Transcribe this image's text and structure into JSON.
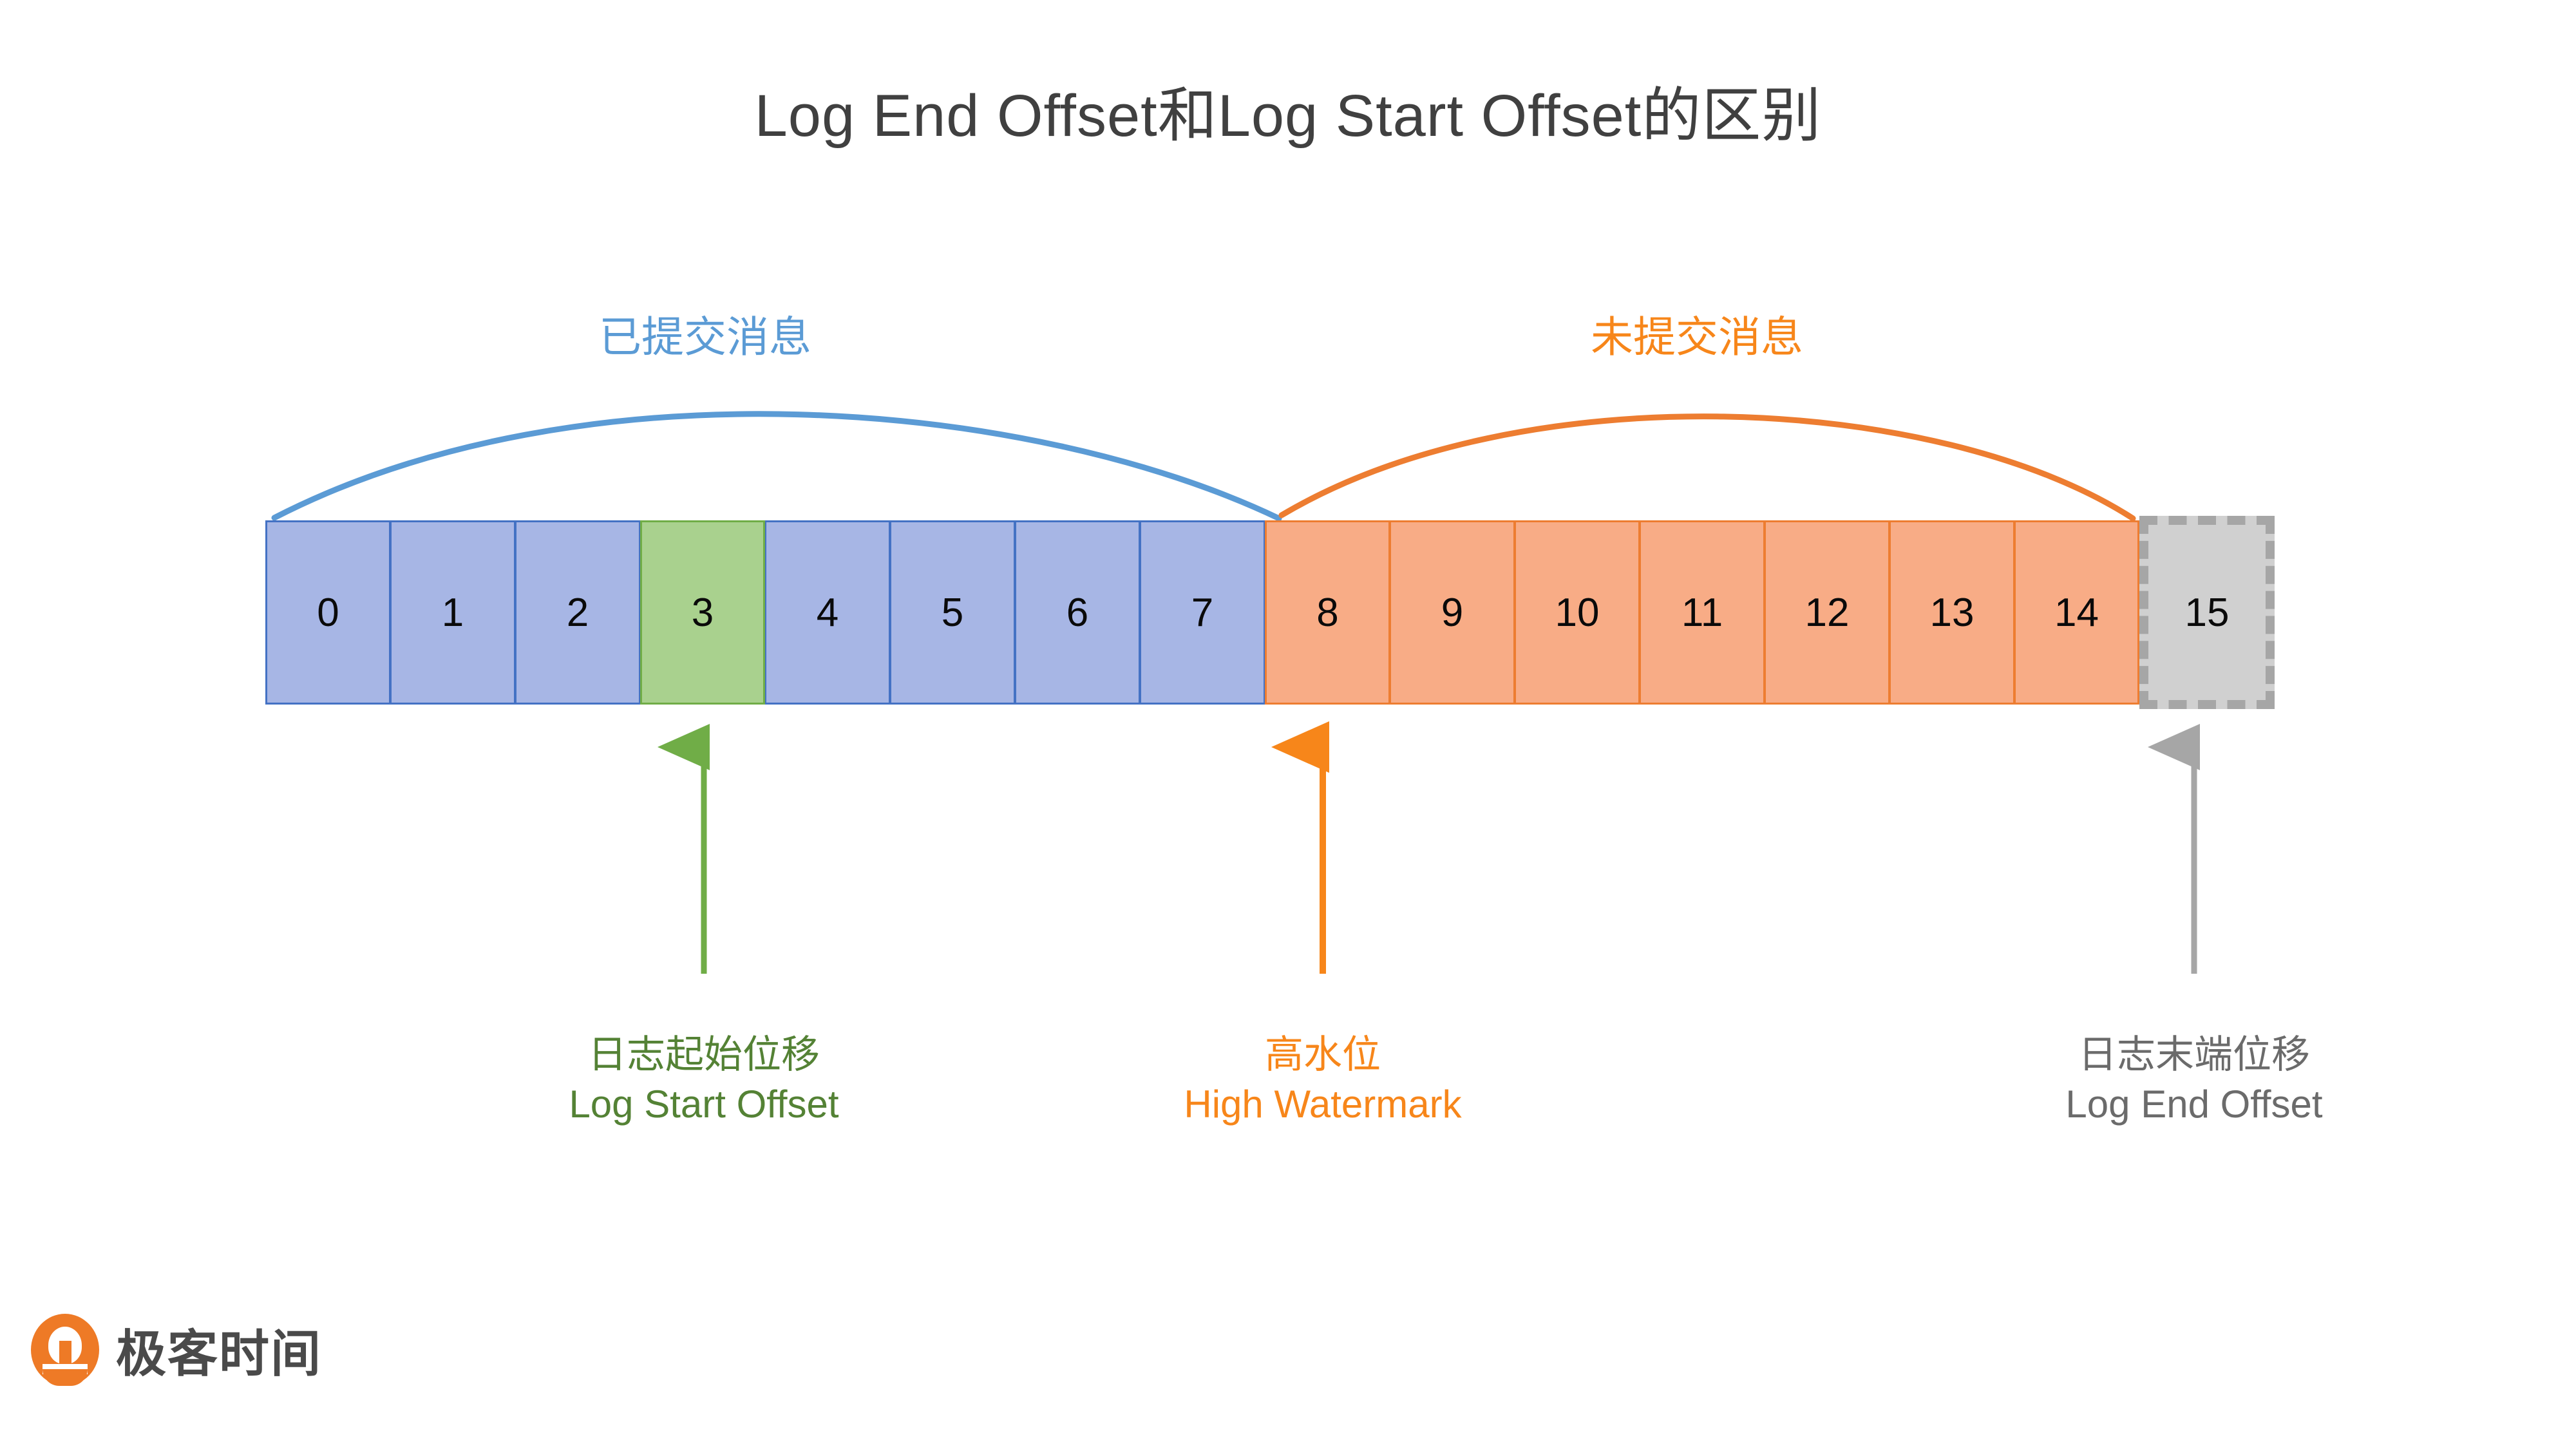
{
  "title": "Log End Offset和Log Start Offset的区别",
  "colors": {
    "title": "#404040",
    "committed": "#5B9BD5",
    "uncommitted": "#F7861A",
    "blue_fill": "#A7B6E5",
    "blue_border": "#4472C4",
    "green_fill": "#A9D18E",
    "green_border": "#70AD47",
    "orange_fill": "#F8AC86",
    "orange_border": "#ED7D31",
    "gray_fill": "#D0D0D0",
    "gray_border": "#A6A6A6",
    "green_text": "#548235",
    "gray_text": "#6B6B6B"
  },
  "curves": {
    "committed_label": "已提交消息",
    "uncommitted_label": "未提交消息"
  },
  "offsets": [
    {
      "value": "0",
      "kind": "blue"
    },
    {
      "value": "1",
      "kind": "blue"
    },
    {
      "value": "2",
      "kind": "blue"
    },
    {
      "value": "3",
      "kind": "green"
    },
    {
      "value": "4",
      "kind": "blue"
    },
    {
      "value": "5",
      "kind": "blue"
    },
    {
      "value": "6",
      "kind": "blue"
    },
    {
      "value": "7",
      "kind": "blue"
    },
    {
      "value": "8",
      "kind": "orange"
    },
    {
      "value": "9",
      "kind": "orange"
    },
    {
      "value": "10",
      "kind": "orange"
    },
    {
      "value": "11",
      "kind": "orange"
    },
    {
      "value": "12",
      "kind": "orange"
    },
    {
      "value": "13",
      "kind": "orange"
    },
    {
      "value": "14",
      "kind": "orange"
    },
    {
      "value": "15",
      "kind": "gray"
    }
  ],
  "annotations": {
    "log_start_offset": {
      "cn": "日志起始位移",
      "en": "Log Start Offset",
      "points_to_offset": "3"
    },
    "high_watermark": {
      "cn": "高水位",
      "en": "High Watermark",
      "points_to_offset": "8"
    },
    "log_end_offset": {
      "cn": "日志末端位移",
      "en": "Log End Offset",
      "points_to_offset": "15"
    }
  },
  "brand": {
    "name": "极客时间"
  }
}
